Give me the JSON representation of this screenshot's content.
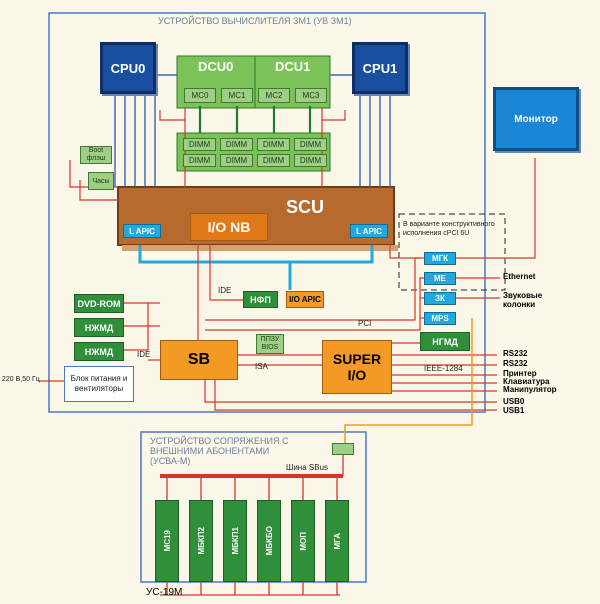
{
  "title_main": "УСТРОЙСТВО ВЫЧИСЛИТЕЛЯ ЗМ1 (УВ ЗМ1)",
  "cpu0": "CPU0",
  "cpu1": "CPU1",
  "dcu0": "DCU0",
  "dcu1": "DCU1",
  "mc": [
    "MC0",
    "MC1",
    "MC2",
    "MC3"
  ],
  "dimm_label": "DIMM",
  "boot": "Boot флэш",
  "clock": "Часы",
  "scu": "SCU",
  "io_nb": "I/O NB",
  "lapic_left": "L APIC",
  "lapic_right": "L APIC",
  "monitor": "Монитор",
  "note": "В варианте конструктивного исполнения cPCI 6U",
  "mgk": "МГК",
  "me": "МЕ",
  "zk": "ЗК",
  "mps": "MPS",
  "ethernet": "Ethernet",
  "speakers": "Звуковые колонки",
  "ide_top": "IDE",
  "nfp": "НФП",
  "ioapic": "I/O APIC",
  "dvd": "DVD-ROM",
  "hdd1": "НЖМД",
  "hdd2": "НЖМД",
  "ide_left": "IDE",
  "sb": "SB",
  "ppzu": "ППЗУ BIOS",
  "isa": "ISA",
  "pci": "PCI",
  "super_io": "SUPER I/O",
  "ngmd": "НГМД",
  "ieee": "IEEE-1284",
  "io_outputs": [
    "RS232",
    "RS232",
    "Принтер",
    "Клавиатура",
    "Манипулятор",
    "USB0",
    "USB1"
  ],
  "power_label": "220 В,50 Гц",
  "power_block": "Блок питания и вентиляторы",
  "usva_title": "УСТРОЙСТВО СОПРЯЖЕНИЯ С ВНЕШНИМИ АБОНЕНТАМИ (УСВА-М)",
  "sbus": "Шина SBus",
  "modules": [
    "МС19",
    "МБКП2",
    "МБКП1",
    "МБКБО",
    "МОП",
    "МГА"
  ],
  "bottom_label": "УС-19М",
  "colors": {
    "cpu": "#1a4e9e",
    "green": "#2f8f3a",
    "orange": "#f39a24",
    "scu": "#b76a2e",
    "cyan": "#21a8dc",
    "link_red": "#d9362b",
    "link_blue": "#3d63b5",
    "frame": "#4a79c7"
  }
}
